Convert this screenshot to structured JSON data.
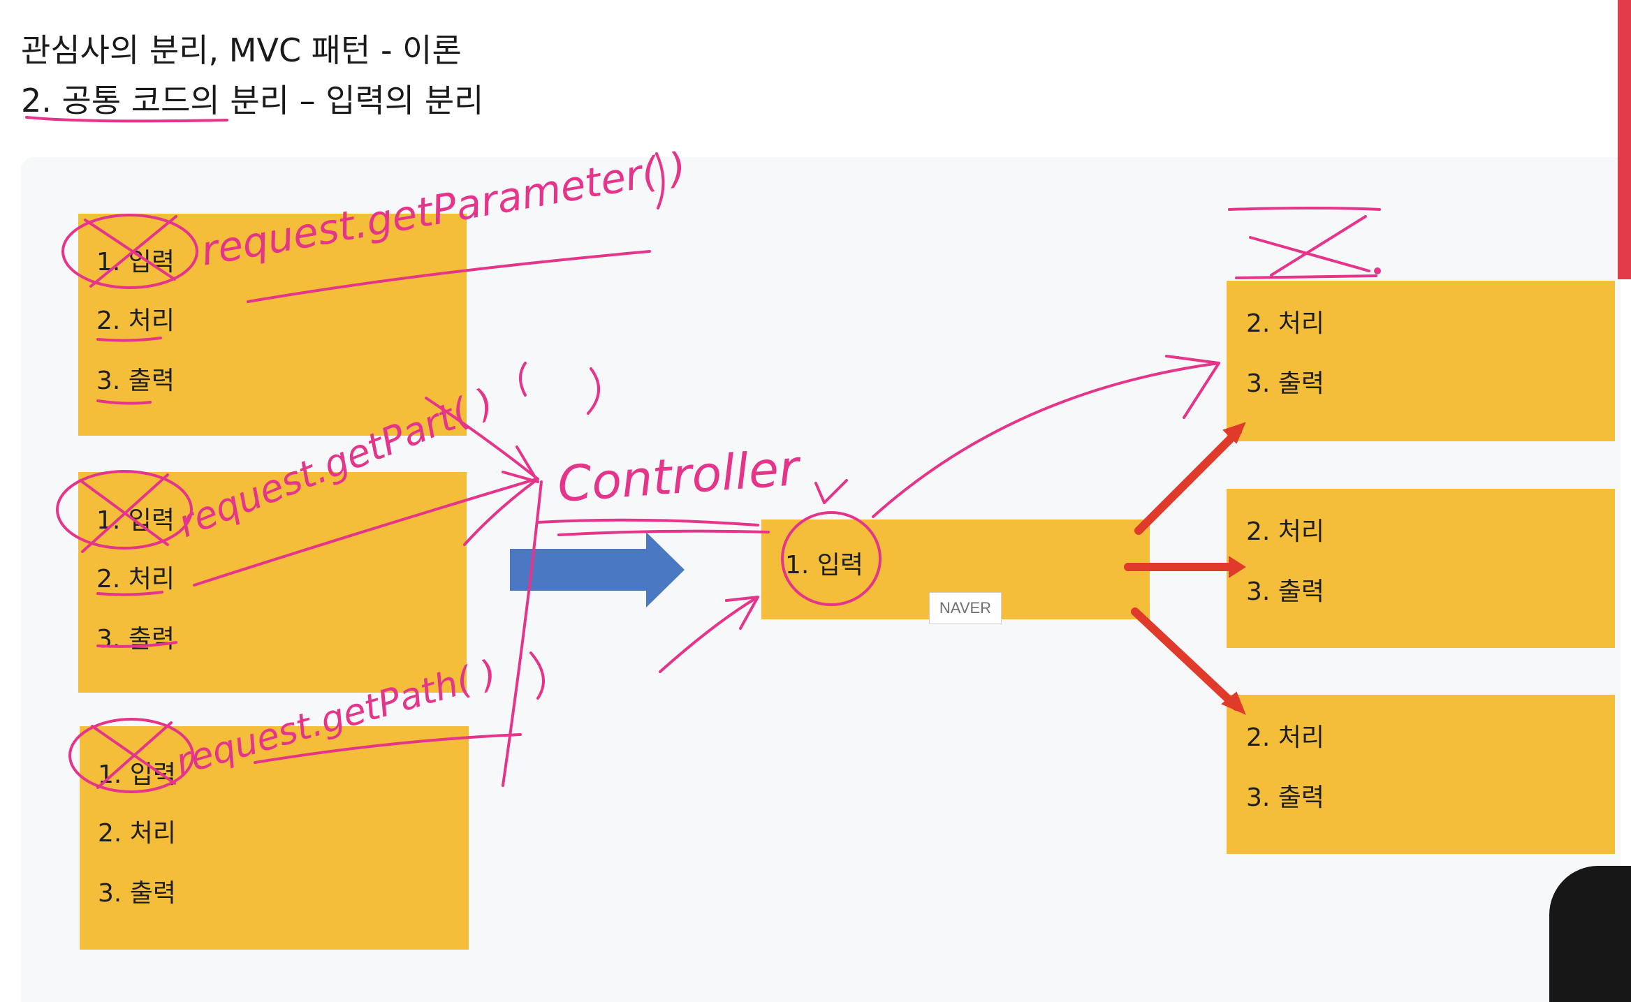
{
  "title": {
    "line1": "관심사의 분리, MVC 패턴 - 이론",
    "line2": "2. 공통 코드의 분리 – 입력의 분리"
  },
  "left_boxes": [
    {
      "items": [
        "1. 입력",
        "2. 처리",
        "3. 출력"
      ]
    },
    {
      "items": [
        "1. 입력",
        "2. 처리",
        "3. 출력"
      ]
    },
    {
      "items": [
        "1. 입력",
        "2. 처리",
        "3. 출력"
      ]
    }
  ],
  "controller_box": {
    "item": "1. 입력"
  },
  "right_boxes": [
    {
      "items": [
        "2. 처리",
        "3. 출력"
      ]
    },
    {
      "items": [
        "2. 처리",
        "3. 출력"
      ]
    },
    {
      "items": [
        "2. 처리",
        "3. 출력"
      ]
    }
  ],
  "watermark": "NAVER",
  "annotations": {
    "getparameter": "request.getParameter( )",
    "getpart": "request.getPart( )",
    "getpath": "request.getPath( )",
    "controller": "Controller"
  },
  "colors": {
    "box": "#f4be3b",
    "ink": "#e5358a",
    "blue_arrow": "#4a78c2",
    "red_arrow": "#e03a2a"
  }
}
